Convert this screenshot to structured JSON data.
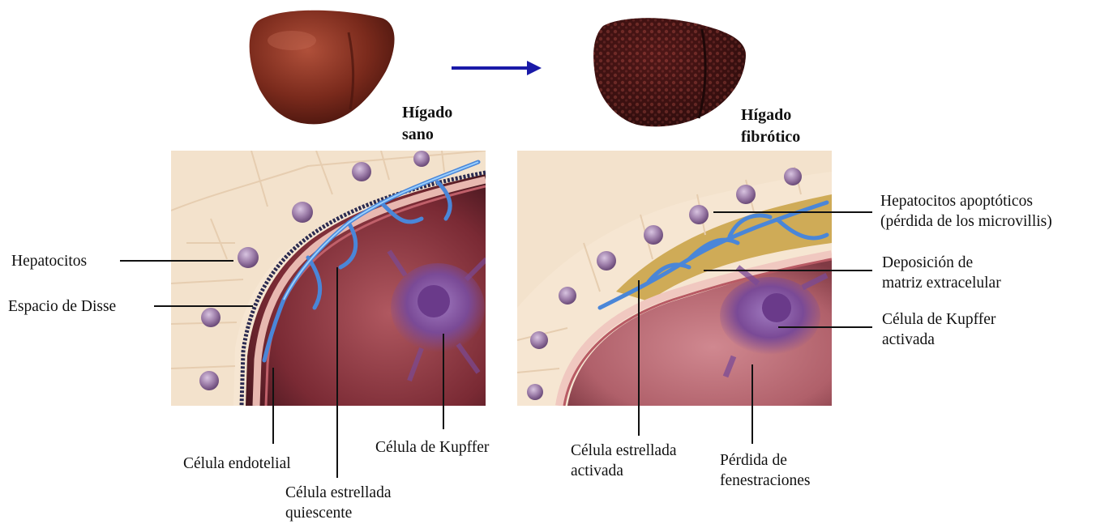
{
  "top": {
    "healthy_liver": {
      "line1": "Hígado",
      "line2": "sano"
    },
    "fibrotic_liver": {
      "line1": "Hígado",
      "line2": "fibrótico"
    },
    "arrow_color": "#1a1aa8"
  },
  "left_panel": {
    "labels": {
      "hepatocytes": "Hepatocitos",
      "disse_space": "Espacio de Disse",
      "endothelial_cell": "Célula endotelial",
      "stellate_line1": "Célula estrellada",
      "stellate_line2": "quiescente",
      "kupffer": "Célula de Kupffer"
    }
  },
  "right_panel": {
    "labels": {
      "apoptotic_line1": "Hepatocitos apoptóticos",
      "apoptotic_line2": "(pérdida de los microvillis)",
      "ecm_line1": "Deposición de",
      "ecm_line2": "matriz extracelular",
      "kupffer_line1": "Célula de Kupffer",
      "kupffer_line2": "activada",
      "stellate_line1": "Célula estrellada",
      "stellate_line2": "activada",
      "fenestration_line1": "Pérdida de",
      "fenestration_line2": "fenestraciones"
    }
  },
  "colors": {
    "liver_healthy": "#7a2a1c",
    "liver_fibrotic": "#3a1010",
    "hepatocyte_bg": "#f3e2cc",
    "nucleus": "#9a7aa6",
    "stellate": "#4a86d8",
    "kupffer": "#7a4a96",
    "sinusoid": "#a0484c"
  }
}
